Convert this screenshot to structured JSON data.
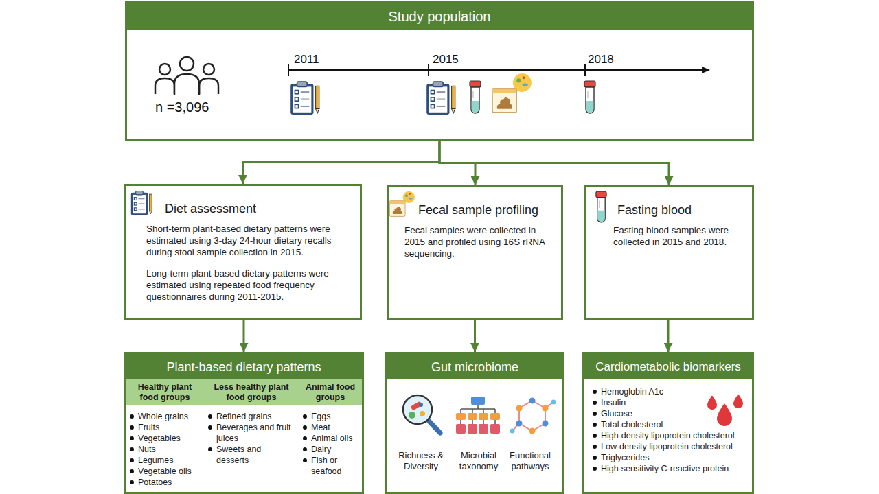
{
  "diagram": {
    "nodes": [
      {
        "text": [
          "Study population"
        ]
      },
      {
        "text": [
          "Diet assessment",
          "Short-term plant-based dietary patterns were estimated using 3-day 24-hour dietary recalls during stool sample collection in 2015.",
          "Long-term plant-based dietary patterns were estimated using repeated food frequency questionnaires during 2011-2015."
        ]
      },
      {
        "text": [
          "Fecal sample profiling",
          "Fecal samples were collected in 2015 and profiled using 16S rRNA sequencing."
        ]
      },
      {
        "text": [
          "Fasting blood",
          "Fasting blood samples were collected in 2015 and 2018."
        ]
      },
      {
        "text": [
          "Plant-based dietary patterns"
        ]
      },
      {
        "text": [
          "Healthy plant food groups",
          "Whole grains",
          "Fruits",
          "Vegetables",
          "Nuts",
          "Legumes",
          "Vegetable oils",
          "Potatoes"
        ],
        "in": 4
      },
      {
        "text": [
          "Less healthy plant food groups",
          "Refined grains",
          "Beverages and fruit juices",
          "Sweets and desserts"
        ],
        "in": 4
      },
      {
        "text": [
          "Animal food groups",
          "Eggs",
          "Meat",
          "Animal oils",
          "Dairy",
          "Fish or seafood"
        ],
        "in": 4
      },
      {
        "text": [
          "Gut microbiome",
          "Richness & Diversity",
          "Microbial taxonomy",
          "Functional pathways"
        ]
      },
      {
        "text": [
          "Cardiometabolic biomarkers",
          "Hemoglobin A1c",
          "Insulin",
          "Glucose",
          "Total cholesterol",
          "High-density lipoprotein cholesterol",
          "Low-density lipoprotein cholesterol",
          "Triglycerides",
          "High-sensitivity C-reactive protein"
        ]
      }
    ],
    "edges": [
      {
        "from": 0,
        "to": 1,
        "arrow": "to"
      },
      {
        "from": 0,
        "to": 2,
        "arrow": "to"
      },
      {
        "from": 0,
        "to": 3,
        "arrow": "to"
      },
      {
        "from": 1,
        "to": 4,
        "arrow": "to"
      },
      {
        "from": 2,
        "to": 8,
        "arrow": "to"
      },
      {
        "from": 3,
        "to": 9,
        "arrow": "to"
      }
    ],
    "labels": [
      "n =3,096",
      "2011",
      "2015",
      "2018"
    ]
  }
}
